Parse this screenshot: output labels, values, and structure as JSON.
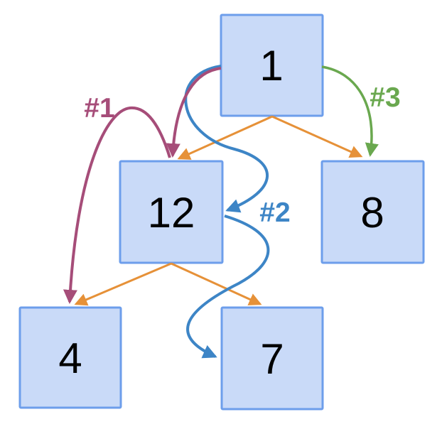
{
  "diagram": {
    "description": "Binary tree of numbered boxes with three numbered traversal arrows",
    "nodes": [
      {
        "id": "node-1",
        "value": "1"
      },
      {
        "id": "node-12",
        "value": "12"
      },
      {
        "id": "node-8",
        "value": "8"
      },
      {
        "id": "node-4",
        "value": "4"
      },
      {
        "id": "node-7",
        "value": "7"
      }
    ],
    "arrow_labels": [
      {
        "id": "step-1",
        "text": "#1",
        "color": "#a64d79"
      },
      {
        "id": "step-2",
        "text": "#2",
        "color": "#3d85c6"
      },
      {
        "id": "step-3",
        "text": "#3",
        "color": "#6aa84f"
      }
    ],
    "colors": {
      "node_fill": "#c9daf8",
      "node_border": "#6d9eeb",
      "tree_edge": "#e69138",
      "step1": "#a64d79",
      "step2": "#3d85c6",
      "step3": "#6aa84f",
      "text": "#000000",
      "background": "#ffffff"
    }
  }
}
